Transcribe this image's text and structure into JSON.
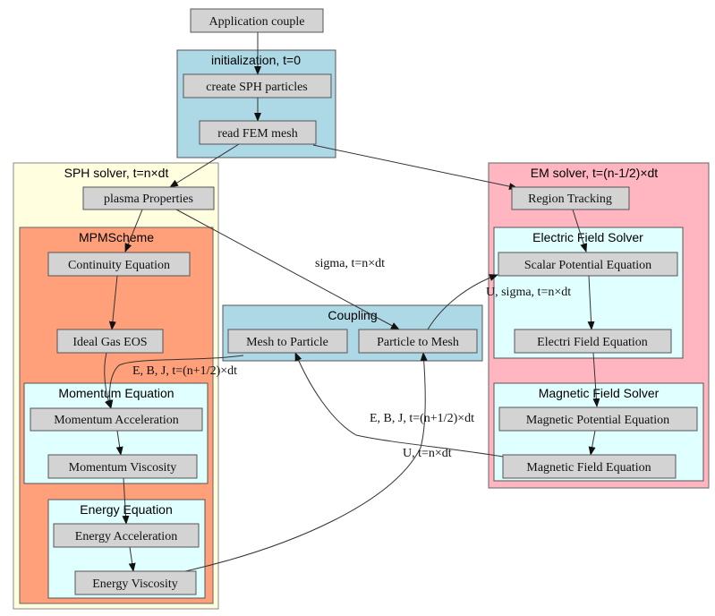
{
  "colors": {
    "node_fill": "#d3d3d3",
    "initialization": "#add8e6",
    "sph_solver": "#ffffe0",
    "mpm_scheme": "#ffa07a",
    "sub_solver": "#e0ffff",
    "coupling": "#add8e6",
    "em_solver": "#ffb6c1",
    "edge": "#333333"
  },
  "clusters": {
    "initialization": "initialization, t=0",
    "sph_solver": "SPH solver, t=n×dt",
    "mpm_scheme": "MPMScheme",
    "momentum_equation": "Momentum Equation",
    "energy_equation": "Energy Equation",
    "coupling": "Coupling",
    "em_solver": "EM solver, t=(n-1/2)×dt",
    "electric_field_solver": "Electric Field Solver",
    "magnetic_field_solver": "Magnetic Field Solver"
  },
  "nodes": {
    "application_couple": "Application couple",
    "create_sph_particles": "create SPH particles",
    "read_fem_mesh": "read FEM mesh",
    "plasma_properties": "plasma Properties",
    "continuity_equation": "Continuity Equation",
    "ideal_gas_eos": "Ideal Gas EOS",
    "momentum_acceleration": "Momentum Acceleration",
    "momentum_viscosity": "Momentum Viscosity",
    "energy_acceleration": "Energy Acceleration",
    "energy_viscosity": "Energy Viscosity",
    "mesh_to_particle": "Mesh to Particle",
    "particle_to_mesh": "Particle to Mesh",
    "region_tracking": "Region Tracking",
    "scalar_potential_equation": "Scalar Potential Equation",
    "electri_field_equation": "Electri Field Equation",
    "magnetic_potential_equation": "Magnetic Potential Equation",
    "magnetic_field_equation": "Magnetic Field Equation"
  },
  "edges": [
    {
      "from": "application_couple",
      "to": "create_sph_particles",
      "label": ""
    },
    {
      "from": "create_sph_particles",
      "to": "read_fem_mesh",
      "label": ""
    },
    {
      "from": "read_fem_mesh",
      "to": "plasma_properties",
      "label": ""
    },
    {
      "from": "read_fem_mesh",
      "to": "region_tracking",
      "label": ""
    },
    {
      "from": "plasma_properties",
      "to": "continuity_equation",
      "label": ""
    },
    {
      "from": "plasma_properties",
      "to": "particle_to_mesh",
      "label": "sigma, t=n×dt"
    },
    {
      "from": "continuity_equation",
      "to": "ideal_gas_eos",
      "label": ""
    },
    {
      "from": "ideal_gas_eos",
      "to": "momentum_acceleration",
      "label": ""
    },
    {
      "from": "mesh_to_particle",
      "to": "momentum_acceleration",
      "label": "E, B, J, t=(n+1/2)×dt"
    },
    {
      "from": "momentum_acceleration",
      "to": "momentum_viscosity",
      "label": ""
    },
    {
      "from": "momentum_viscosity",
      "to": "energy_acceleration",
      "label": ""
    },
    {
      "from": "energy_acceleration",
      "to": "energy_viscosity",
      "label": ""
    },
    {
      "from": "energy_viscosity",
      "to": "particle_to_mesh",
      "label": "U, t=n×dt"
    },
    {
      "from": "particle_to_mesh",
      "to": "scalar_potential_equation",
      "label": "U, sigma, t=n×dt"
    },
    {
      "from": "region_tracking",
      "to": "scalar_potential_equation",
      "label": ""
    },
    {
      "from": "scalar_potential_equation",
      "to": "electri_field_equation",
      "label": ""
    },
    {
      "from": "electri_field_equation",
      "to": "magnetic_potential_equation",
      "label": ""
    },
    {
      "from": "magnetic_potential_equation",
      "to": "magnetic_field_equation",
      "label": ""
    },
    {
      "from": "magnetic_field_equation",
      "to": "mesh_to_particle",
      "label": "E, B, J, t=(n+1/2)×dt"
    }
  ]
}
